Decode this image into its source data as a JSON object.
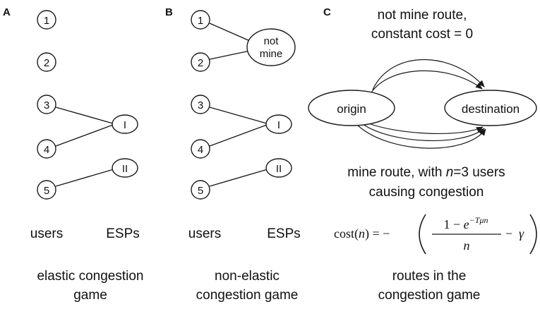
{
  "panels": {
    "a": {
      "letter": "A",
      "users": [
        "1",
        "2",
        "3",
        "4",
        "5"
      ],
      "esps": [
        "I",
        "II"
      ],
      "users_label": "users",
      "esps_label": "ESPs",
      "caption_line1": "elastic congestion",
      "caption_line2": "game"
    },
    "b": {
      "letter": "B",
      "users": [
        "1",
        "2",
        "3",
        "4",
        "5"
      ],
      "not_mine_line1": "not",
      "not_mine_line2": "mine",
      "esps": [
        "I",
        "II"
      ],
      "users_label": "users",
      "esps_label": "ESPs",
      "caption_line1": "non-elastic",
      "caption_line2": "congestion game"
    },
    "c": {
      "letter": "C",
      "top_line1": "not mine route,",
      "top_line2": "constant cost = 0",
      "origin": "origin",
      "destination": "destination",
      "mine_line1_prefix": "mine route, with ",
      "mine_line1_var": "n",
      "mine_line1_suffix": "=3 users",
      "mine_line2": "causing congestion",
      "formula": {
        "lhs": "cost(",
        "lhs_var": "n",
        "lhs_close": ") = −",
        "num_prefix": "1 − ",
        "num_e": "e",
        "num_exp": "−Tμn",
        "den": "n",
        "minus": "−",
        "gamma": "γ"
      },
      "caption_line1": "routes in the",
      "caption_line2": "congestion game"
    }
  }
}
